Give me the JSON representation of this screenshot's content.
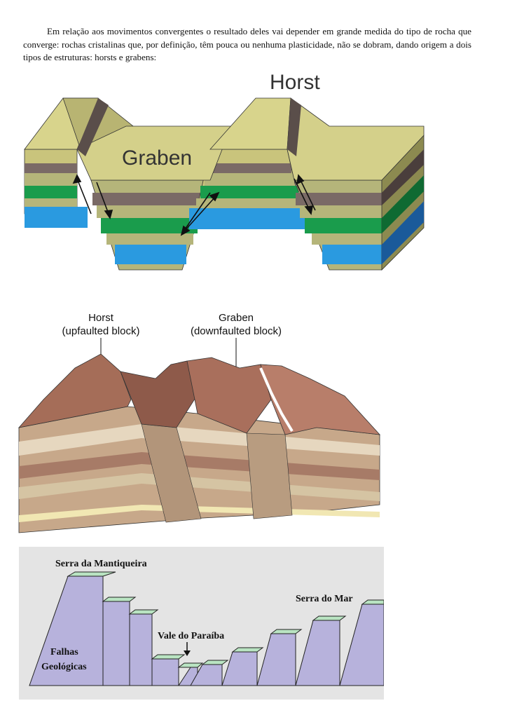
{
  "paragraph": {
    "text": "Em relação aos movimentos convergentes o resultado deles vai depender em grande medida do tipo de rocha que converge: rochas cristalinas que, por definição, têm pouca ou nenhuma plasticidade, não se dobram, dando origem a dois tipos de estruturas: horsts e grabens:"
  },
  "figure1": {
    "label_horst": "Horst",
    "label_graben": "Graben"
  },
  "figure2": {
    "horst_title": "Horst",
    "horst_sub": "(upfaulted block)",
    "graben_title": "Graben",
    "graben_sub": "(downfaulted block)"
  },
  "figure3": {
    "label_mantiqueira": "Serra da Mantiqueira",
    "label_mar": "Serra do Mar",
    "label_vale": "Vale do Paraíba",
    "label_falhas_1": "Falhas",
    "label_falhas_2": "Geológicas",
    "colors": {
      "background": "#e4e4e4",
      "block": "#b7b2dc",
      "top": "#b9e4c2",
      "outline": "#222222"
    }
  }
}
